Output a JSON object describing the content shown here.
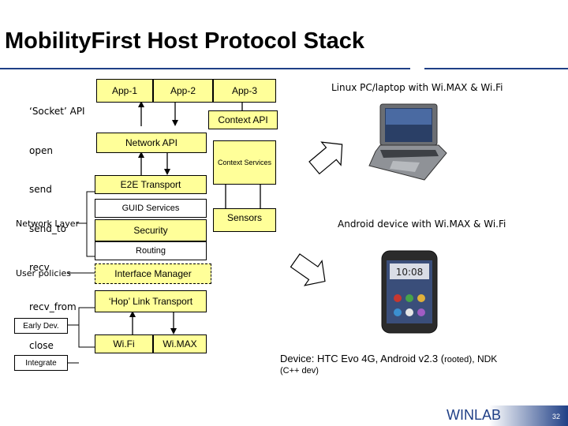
{
  "title": "MobilityFirst Host Protocol Stack",
  "socket_api": {
    "lines": [
      "‘Socket’ API",
      "open",
      "send",
      "send_to",
      "recv",
      "recv_from",
      "close"
    ]
  },
  "apps": [
    "App-1",
    "App-2",
    "App-3"
  ],
  "context_api": "Context API",
  "network_api": "Network API",
  "context_services": "Context Services",
  "e2e_transport": "E2E Transport",
  "guid_services": "GUID Services",
  "sensors": "Sensors",
  "network_layer": "Network Layer",
  "security": "Security",
  "routing": "Routing",
  "user_policies": "User policies",
  "interface_manager": "Interface Manager",
  "hop_transport": "‘Hop’ Link Transport",
  "early_dev": "Early Dev.",
  "wifi": "Wi.Fi",
  "wimax": "Wi.MAX",
  "integrate": "Integrate",
  "laptop_caption": "Linux PC/laptop with Wi.MAX & Wi.Fi",
  "android_caption": "Android device with Wi.MAX & Wi.Fi",
  "device_info": {
    "line1_a": "Device: HTC Evo 4G,  Android v2.3 (",
    "line1_b": "rooted",
    "line1_c": "), NDK",
    "line2": "(C++ dev)"
  },
  "footer": {
    "logo": "WINLAB",
    "page": "32"
  },
  "colors": {
    "accent": "#1f3f86",
    "box_fill": "#ffff99"
  }
}
